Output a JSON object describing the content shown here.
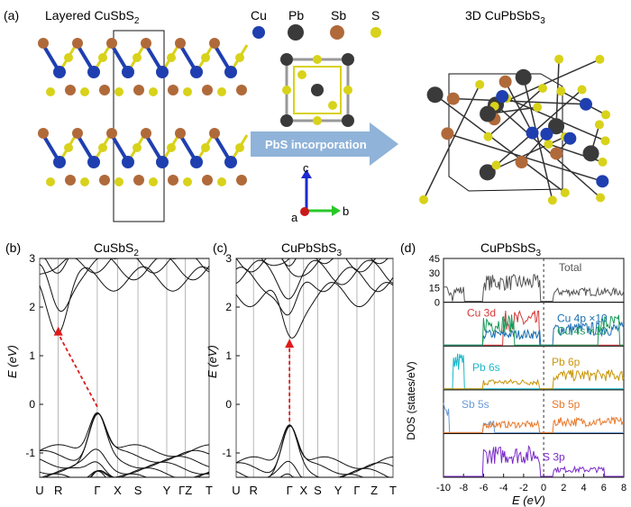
{
  "top": {
    "panel_label": "(a)",
    "left_title": "Layered CuSbS",
    "left_sub": "2",
    "right_title": "3D CuPbSbS",
    "right_sub": "3",
    "arrow_label": "PbS incorporation",
    "legend": [
      {
        "label": "Cu",
        "color": "#1f3fb0"
      },
      {
        "label": "Pb",
        "color": "#3a3a3a"
      },
      {
        "label": "Sb",
        "color": "#b06a3a"
      },
      {
        "label": "S",
        "color": "#d8d21a"
      }
    ],
    "axes": {
      "c": "c",
      "a": "a",
      "b": "b"
    }
  },
  "panel_b": {
    "label": "(b)",
    "title": "CuSbS",
    "title_sub": "2",
    "ylabel": "E (eV)",
    "kpoints": [
      "U",
      "R",
      "Γ",
      "X",
      "S",
      "Y",
      "ΓZ",
      "T"
    ]
  },
  "panel_c": {
    "label": "(c)",
    "title": "CuPbSbS",
    "title_sub": "3",
    "ylabel": "E (eV)",
    "kpoints": [
      "U",
      "R",
      "Γ",
      "X",
      "S",
      "Y",
      "Γ",
      "Z",
      "T"
    ]
  },
  "panel_d": {
    "label": "(d)",
    "title": "CuPbSbS",
    "title_sub": "3",
    "ylabel": "DOS (states/eV)",
    "xlabel": "E (eV)",
    "x_ticks": [
      "-10",
      "-8",
      "-6",
      "-4",
      "-2",
      "0",
      "2",
      "4",
      "6",
      "8"
    ],
    "total_ticks": [
      "0",
      "15",
      "30",
      "45"
    ],
    "subpanels": [
      {
        "labels": [
          "Total"
        ],
        "colors": [
          "#555555"
        ]
      },
      {
        "labels": [
          "Cu 3d",
          "Cu 4p ×10",
          "Cu 4s ×10"
        ],
        "colors": [
          "#d23a3a",
          "#1a6fb0",
          "#1a9a5a"
        ]
      },
      {
        "labels": [
          "Pb 6s",
          "Pb 6p"
        ],
        "colors": [
          "#1ab8c8",
          "#c8960a"
        ]
      },
      {
        "labels": [
          "Sb 5s",
          "Sb 5p"
        ],
        "colors": [
          "#6a9ad8",
          "#e8782a"
        ]
      },
      {
        "labels": [
          "S 3p"
        ],
        "colors": [
          "#7a2ac8"
        ]
      }
    ]
  },
  "chart_data": [
    {
      "type": "line",
      "title": "CuSbS2",
      "ylabel": "E (eV)",
      "ylim": [
        -1.5,
        3
      ],
      "x_labels": [
        "U",
        "R",
        "Γ",
        "X",
        "S",
        "Y",
        "ΓZ",
        "T"
      ],
      "notes": "band structure; indirect gap arrow from ~(Γ,-0.05) to R valley (~1.6)"
    },
    {
      "type": "line",
      "title": "CuPbSbS3",
      "ylabel": "E (eV)",
      "ylim": [
        -1.5,
        3
      ],
      "x_labels": [
        "U",
        "R",
        "Γ",
        "X",
        "S",
        "Y",
        "Γ",
        "Z",
        "T"
      ],
      "notes": "band structure; direct gap arrow at Γ from ~-0.35 to ~1.35"
    },
    {
      "type": "line",
      "title": "CuPbSbS3",
      "xlabel": "E (eV)",
      "ylabel": "DOS (states/eV)",
      "xlim": [
        -10,
        8
      ],
      "y_ticks_total": [
        0,
        15,
        30,
        45
      ],
      "series": [
        {
          "name": "Total"
        },
        {
          "name": "Cu 3d"
        },
        {
          "name": "Cu 4p ×10"
        },
        {
          "name": "Cu 4s ×10"
        },
        {
          "name": "Pb 6s"
        },
        {
          "name": "Pb 6p"
        },
        {
          "name": "Sb 5s"
        },
        {
          "name": "Sb 5p"
        },
        {
          "name": "S 3p"
        }
      ]
    }
  ]
}
